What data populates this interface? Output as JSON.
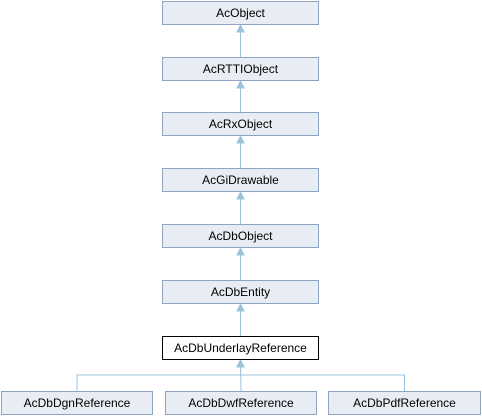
{
  "diagram": {
    "nodes": [
      {
        "id": "acobject",
        "label": "AcObject",
        "current": false
      },
      {
        "id": "acrttiobject",
        "label": "AcRTTIObject",
        "current": false
      },
      {
        "id": "acrxobject",
        "label": "AcRxObject",
        "current": false
      },
      {
        "id": "acgidrawable",
        "label": "AcGiDrawable",
        "current": false
      },
      {
        "id": "acdbobject",
        "label": "AcDbObject",
        "current": false
      },
      {
        "id": "acdbentity",
        "label": "AcDbEntity",
        "current": false
      },
      {
        "id": "acdbunderlayreference",
        "label": "AcDbUnderlayReference",
        "current": true
      },
      {
        "id": "acdbdgnreference",
        "label": "AcDbDgnReference",
        "current": false
      },
      {
        "id": "acdbdwfreference",
        "label": "AcDbDwfReference",
        "current": false
      },
      {
        "id": "acdbpdfreference",
        "label": "AcDbPdfReference",
        "current": false
      }
    ],
    "edges": [
      {
        "from": "acrttiobject",
        "to": "acobject"
      },
      {
        "from": "acrxobject",
        "to": "acrttiobject"
      },
      {
        "from": "acgidrawable",
        "to": "acrxobject"
      },
      {
        "from": "acdbobject",
        "to": "acgidrawable"
      },
      {
        "from": "acdbentity",
        "to": "acdbobject"
      },
      {
        "from": "acdbunderlayreference",
        "to": "acdbentity"
      },
      {
        "from": "acdbdgnreference",
        "to": "acdbunderlayreference"
      },
      {
        "from": "acdbdwfreference",
        "to": "acdbunderlayreference"
      },
      {
        "from": "acdbpdfreference",
        "to": "acdbunderlayreference"
      }
    ]
  }
}
